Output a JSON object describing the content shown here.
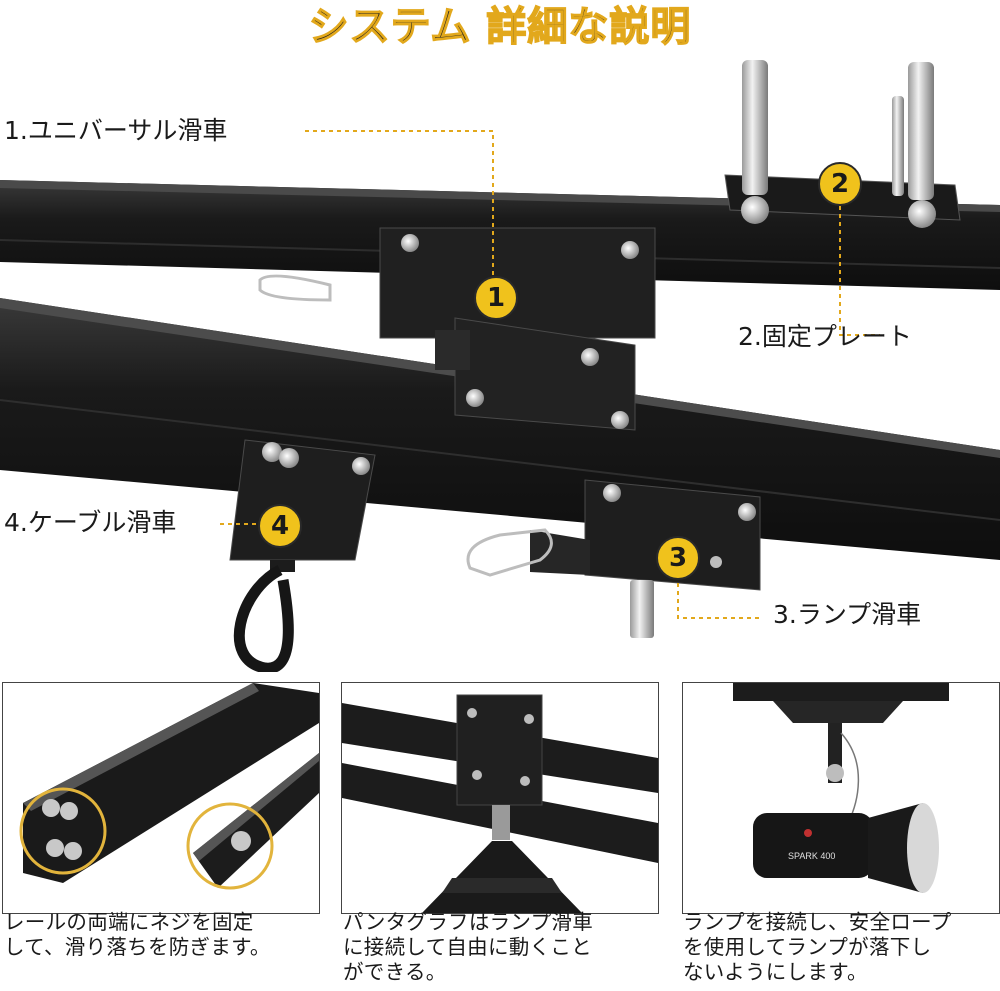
{
  "title": "システム 詳細な説明",
  "labels": {
    "universal_pulley": "1.ユニバーサル滑車",
    "fixed_plate": "2.固定プレート",
    "lamp_pulley": "3.ランプ滑車",
    "cable_pulley": "4.ケーブル滑車"
  },
  "badges": [
    "1",
    "2",
    "3",
    "4"
  ],
  "lamp_brand": "SPARK 400",
  "captions": [
    [
      "レールの両端にネジを固定",
      "して、滑り落ちを防ぎます。"
    ],
    [
      "パンタグラフはランプ滑車",
      "に接続して自由に動くこと",
      "ができる。"
    ],
    [
      "ランプを接続し、安全ロープ",
      "を使用してランプが落下し",
      "ないようにします。"
    ]
  ],
  "colors": {
    "badge": "#f0c21c",
    "title_outline": "#e2a81c",
    "rail": "#1c1c1c",
    "callout_line": "#e2a81c"
  }
}
